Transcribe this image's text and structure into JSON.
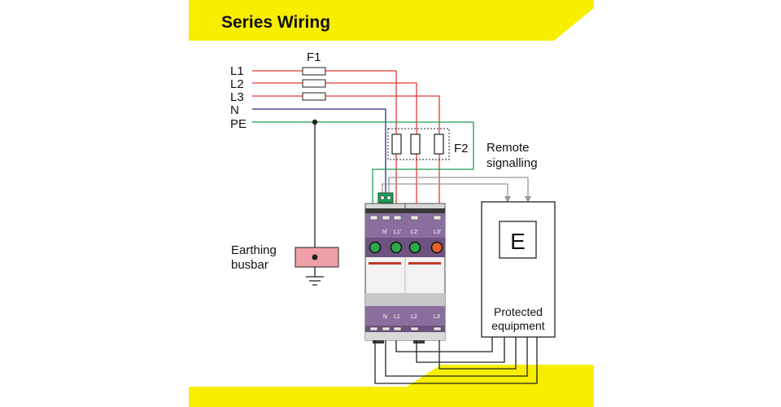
{
  "title": "Series Wiring",
  "lines": [
    {
      "label": "L1",
      "color": "#e53935"
    },
    {
      "label": "L2",
      "color": "#e53935"
    },
    {
      "label": "L3",
      "color": "#e53935"
    },
    {
      "label": "N",
      "color": "#2a2a8c"
    },
    {
      "label": "PE",
      "color": "#1e9e55"
    }
  ],
  "fuse_f1_label": "F1",
  "fuse_f2_label": "F2",
  "remote_signalling": [
    "Remote",
    "signalling"
  ],
  "earthing_busbar": [
    "Earthing",
    "busbar"
  ],
  "equipment_symbol": "E",
  "protected_equipment": [
    "Protected",
    "equipment"
  ],
  "device": {
    "terminals_top_left": [
      "N'",
      "L1'"
    ],
    "terminals_top_right": [
      "L2'",
      "L3'"
    ],
    "terminals_bottom_left": [
      "N",
      "L1"
    ],
    "terminals_bottom_right": [
      "L2",
      "L3"
    ]
  },
  "colors": {
    "banner": "#f7ee00",
    "phase": "#e53935",
    "neutral": "#2a2a8c",
    "earth": "#1e9e55",
    "signal": "#999999",
    "device": "#8a6f9e",
    "busbar": "#f0a0a8"
  }
}
